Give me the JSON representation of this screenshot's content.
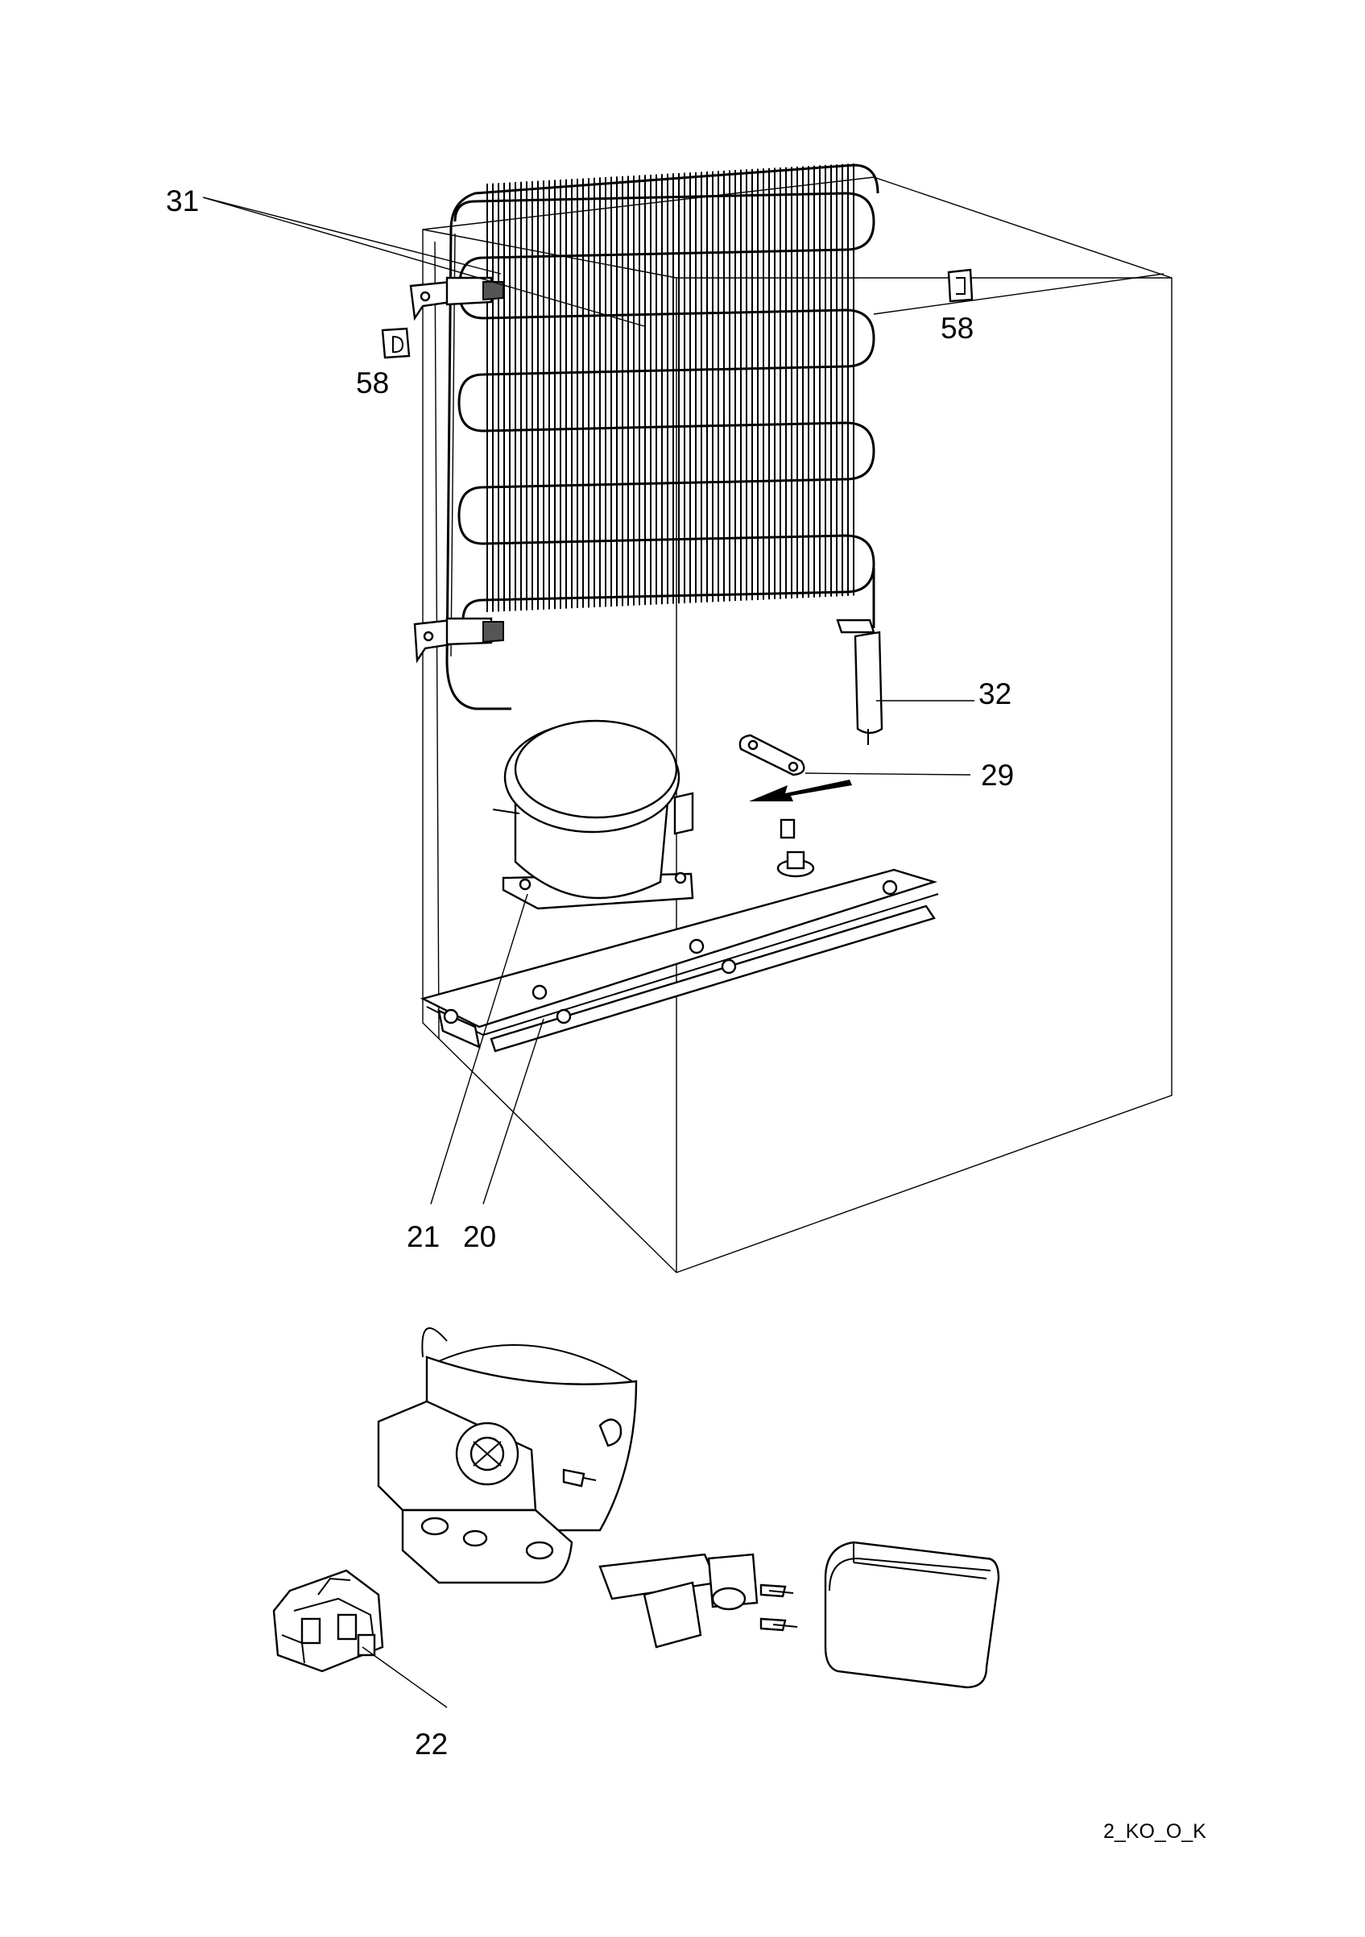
{
  "diagram": {
    "callouts": {
      "c31": "31",
      "c58_left": "58",
      "c58_right": "58",
      "c32": "32",
      "c29": "29",
      "c21": "21",
      "c20": "20",
      "c22": "22"
    },
    "drawing_code": "2_KO_O_K"
  }
}
